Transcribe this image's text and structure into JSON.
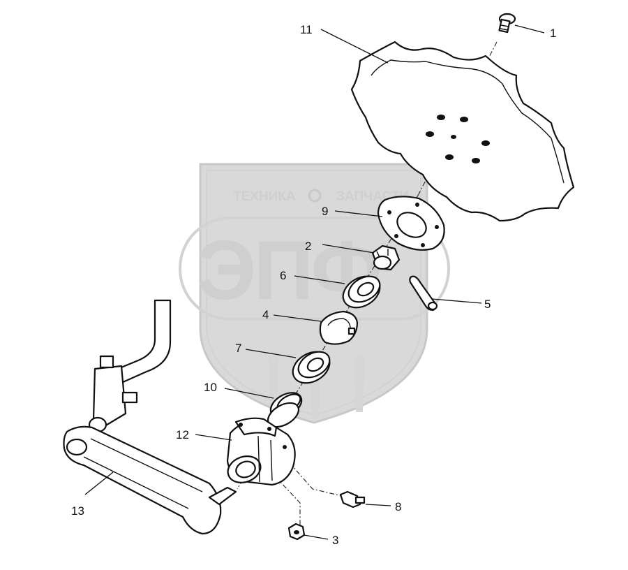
{
  "watermark": {
    "line1_left": "ТЕХНИКА",
    "line1_right": "ЗАПЧАСТИ",
    "letters": "ЭПФ"
  },
  "callouts": [
    {
      "id": "c1",
      "text": "1"
    },
    {
      "id": "c2",
      "text": "2"
    },
    {
      "id": "c3",
      "text": "3"
    },
    {
      "id": "c4",
      "text": "4"
    },
    {
      "id": "c5",
      "text": "5"
    },
    {
      "id": "c6",
      "text": "6"
    },
    {
      "id": "c7",
      "text": "7"
    },
    {
      "id": "c8",
      "text": "8"
    },
    {
      "id": "c9",
      "text": "9"
    },
    {
      "id": "c10",
      "text": "10"
    },
    {
      "id": "c11",
      "text": "11"
    },
    {
      "id": "c12",
      "text": "12"
    },
    {
      "id": "c13",
      "text": "13"
    }
  ]
}
